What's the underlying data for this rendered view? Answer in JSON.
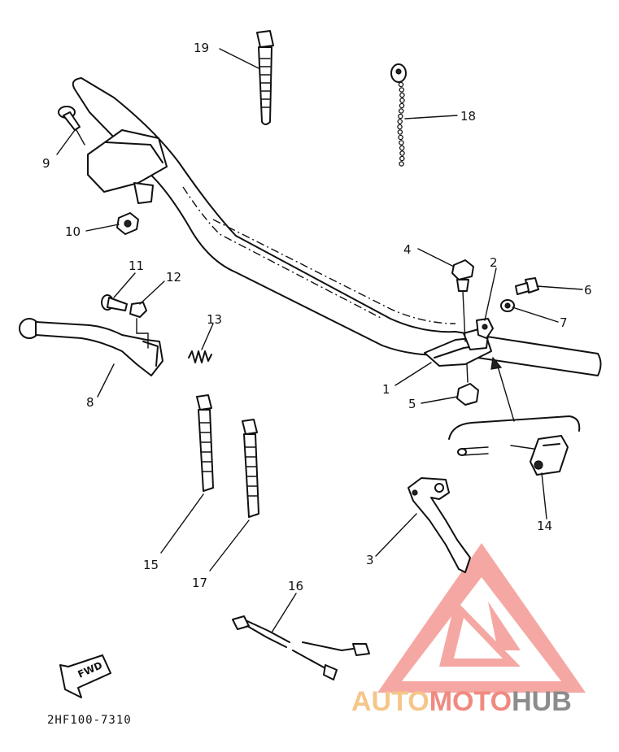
{
  "diagram": {
    "part_code": "2HF100-7310",
    "fwd_label": "FWD",
    "callouts": [
      {
        "id": "c1",
        "label": "1"
      },
      {
        "id": "c2",
        "label": "2"
      },
      {
        "id": "c3",
        "label": "3"
      },
      {
        "id": "c4",
        "label": "4"
      },
      {
        "id": "c5",
        "label": "5"
      },
      {
        "id": "c6",
        "label": "6"
      },
      {
        "id": "c7",
        "label": "7"
      },
      {
        "id": "c8",
        "label": "8"
      },
      {
        "id": "c9",
        "label": "9"
      },
      {
        "id": "c10",
        "label": "10"
      },
      {
        "id": "c11",
        "label": "11"
      },
      {
        "id": "c12",
        "label": "12"
      },
      {
        "id": "c13",
        "label": "13"
      },
      {
        "id": "c14",
        "label": "14"
      },
      {
        "id": "c15",
        "label": "15"
      },
      {
        "id": "c16",
        "label": "16"
      },
      {
        "id": "c17",
        "label": "17"
      },
      {
        "id": "c18",
        "label": "18"
      },
      {
        "id": "c19",
        "label": "19"
      }
    ]
  },
  "watermark": {
    "part1": "AUTO",
    "part2": "MOTO",
    "part3": "HUB",
    "colors": {
      "auto": "#f5c68a",
      "moto": "#f08a80",
      "hub": "#8c8c8c",
      "logo": "#f07870"
    }
  }
}
